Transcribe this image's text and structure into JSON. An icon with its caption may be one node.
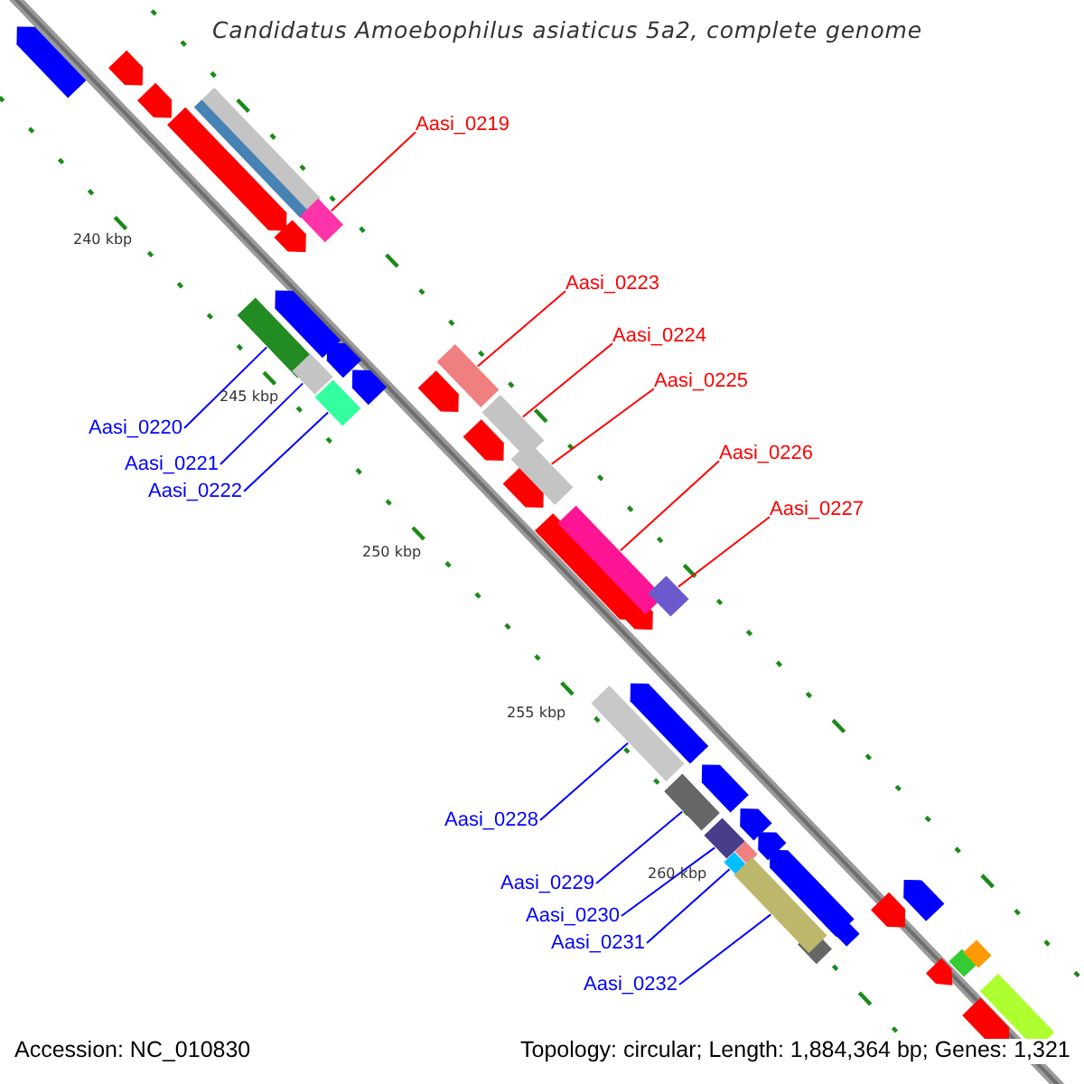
{
  "diagram": {
    "title": "Candidatus Amoebophilus asiaticus 5a2, complete genome",
    "nodes": [
      {
        "text": [
          "Aasi_0219"
        ]
      },
      {
        "text": [
          "Aasi_0220"
        ]
      },
      {
        "text": [
          "Aasi_0221"
        ]
      },
      {
        "text": [
          "Aasi_0222"
        ]
      },
      {
        "text": [
          "Aasi_0223"
        ]
      },
      {
        "text": [
          "Aasi_0224"
        ]
      },
      {
        "text": [
          "Aasi_0225"
        ]
      },
      {
        "text": [
          "Aasi_0226"
        ]
      },
      {
        "text": [
          "Aasi_0227"
        ]
      },
      {
        "text": [
          "Aasi_0228"
        ]
      },
      {
        "text": [
          "Aasi_0229"
        ]
      },
      {
        "text": [
          "Aasi_0230"
        ]
      },
      {
        "text": [
          "Aasi_0231"
        ]
      },
      {
        "text": [
          "Aasi_0232"
        ]
      },
      {
        "text": [],
        "shape": "bar"
      },
      {
        "text": [],
        "shape": "bar"
      },
      {
        "text": [],
        "shape": "bar"
      },
      {
        "text": [],
        "shape": "bar"
      },
      {
        "text": [],
        "shape": "bar"
      },
      {
        "text": [],
        "shape": "bar"
      },
      {
        "text": [],
        "shape": "bar"
      },
      {
        "text": [],
        "shape": "bar"
      },
      {
        "text": [],
        "shape": "bar"
      },
      {
        "text": [],
        "shape": "bar"
      },
      {
        "text": [],
        "shape": "bar"
      },
      {
        "text": [],
        "shape": "bar"
      },
      {
        "text": [],
        "shape": "bar"
      },
      {
        "text": [],
        "shape": "bar"
      }
    ],
    "edges": [
      {
        "from": 0,
        "to": 14,
        "arrow": "none",
        "color": "#ff0000"
      },
      {
        "from": 1,
        "to": 15,
        "arrow": "none"
      },
      {
        "from": 2,
        "to": 16,
        "arrow": "none"
      },
      {
        "from": 3,
        "to": 17,
        "arrow": "none"
      },
      {
        "from": 4,
        "to": 18,
        "arrow": "none",
        "color": "#ff0000"
      },
      {
        "from": 5,
        "to": 19,
        "arrow": "none",
        "color": "#ff0000"
      },
      {
        "from": 6,
        "to": 20,
        "arrow": "none",
        "color": "#ff0000"
      },
      {
        "from": 7,
        "to": 21,
        "arrow": "none",
        "color": "#ff0000"
      },
      {
        "from": 8,
        "to": 22,
        "arrow": "none",
        "color": "#ff0000"
      },
      {
        "from": 9,
        "to": 23,
        "arrow": "none"
      },
      {
        "from": 10,
        "to": 24,
        "arrow": "none"
      },
      {
        "from": 11,
        "to": 25,
        "arrow": "none"
      },
      {
        "from": 12,
        "to": 26,
        "arrow": "none"
      },
      {
        "from": 13,
        "to": 27,
        "arrow": "none"
      }
    ],
    "labels": [
      "240 kbp",
      "245 kbp",
      "250 kbp",
      "255 kbp",
      "260 kbp",
      "Accession: NC_010830",
      "Topology: circular; Length: 1,884,364 bp; Genes: 1,321"
    ]
  }
}
